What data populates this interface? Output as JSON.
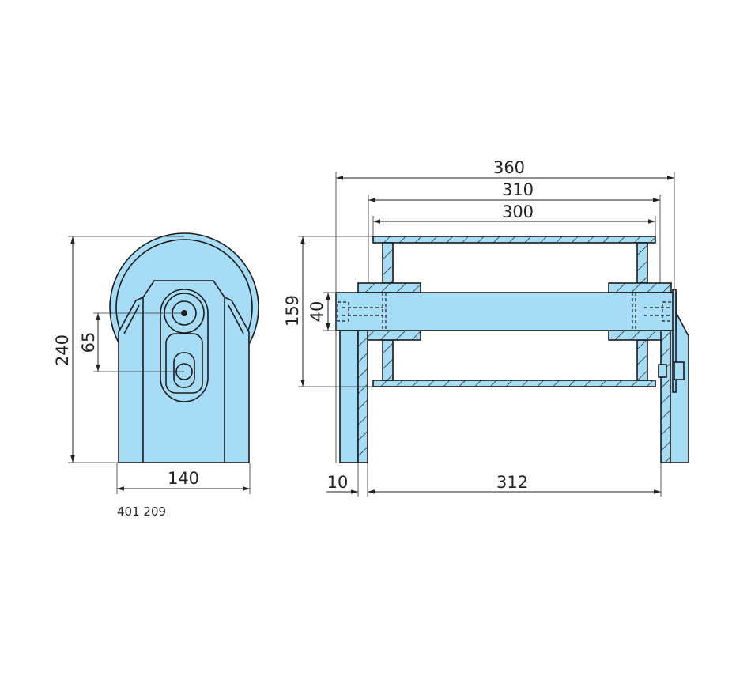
{
  "drawing": {
    "reference_number": "401 209",
    "fill_color": "#a6dcf5",
    "dimensions": {
      "overall_width": "360",
      "frame_inner_width": "310",
      "roller_width": "300",
      "roller_height": "159",
      "shaft_height": "40",
      "overall_height": "240",
      "axle_offset": "65",
      "base_width": "140",
      "plate_thickness": "10",
      "frame_span": "312"
    }
  }
}
